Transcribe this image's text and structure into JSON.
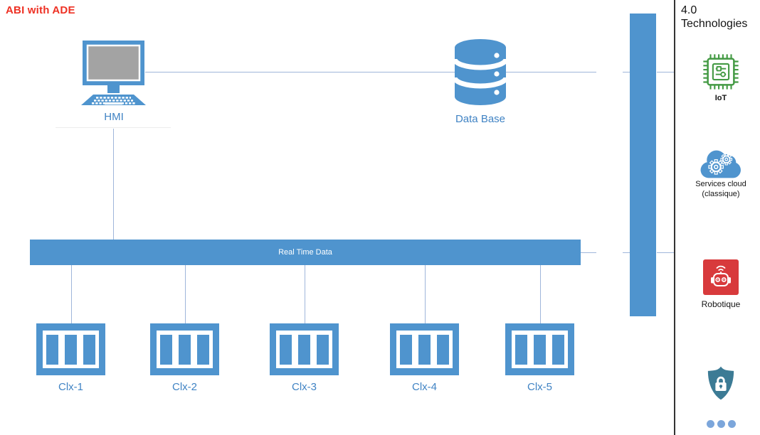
{
  "title": "ABI with ADE",
  "colors": {
    "accent_blue": "#4f94ce",
    "label_blue": "#4083c4",
    "connector_blue": "#9fb6da",
    "title_red": "#ee3124",
    "iot_green": "#449a44",
    "robot_red": "#d83a3c",
    "shield_teal": "#3c7b95",
    "dots_blue": "#7ca6db",
    "screen_gray": "#a3a3a3"
  },
  "diagram": {
    "hmi": {
      "label": "HMI",
      "icon": "monitor-keyboard-icon"
    },
    "database": {
      "label": "Data Base",
      "icon": "database-cylinder-icon"
    },
    "bus": {
      "label": "Real Time Data"
    },
    "controllers": [
      {
        "label": "Clx-1"
      },
      {
        "label": "Clx-2"
      },
      {
        "label": "Clx-3"
      },
      {
        "label": "Clx-4"
      },
      {
        "label": "Clx-5"
      }
    ]
  },
  "sidebar": {
    "heading_line1": "4.0",
    "heading_line2": "Technologies",
    "items": [
      {
        "icon": "iot-chip-icon",
        "label": "IoT"
      },
      {
        "icon": "cloud-gears-icon",
        "label": "Services cloud",
        "label2": "(classique)"
      },
      {
        "icon": "robot-icon",
        "label": "Robotique"
      },
      {
        "icon": "shield-lock-icon",
        "label": ""
      }
    ],
    "ellipsis": "three-dots"
  }
}
